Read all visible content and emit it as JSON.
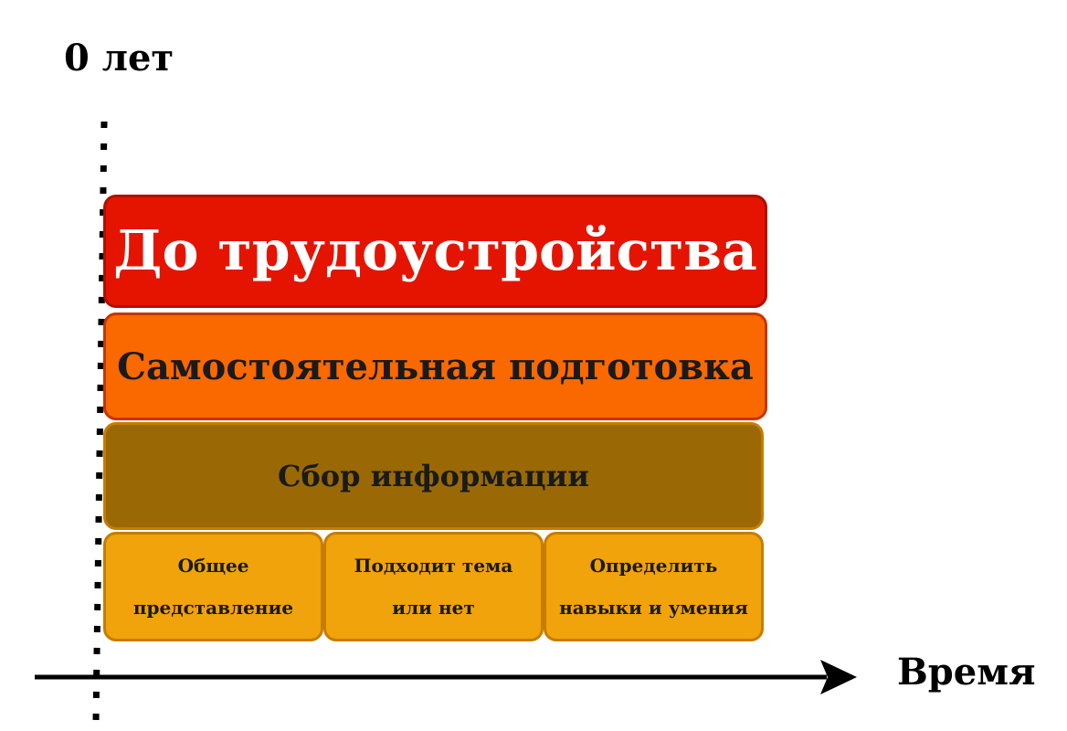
{
  "age_label": "0 лет",
  "time_label": "Время",
  "blocks": {
    "top": "До трудоустройства",
    "preparation": "Самостоятельная подготовка",
    "info": "Сбор информации",
    "sub": [
      "Общее представление",
      "Подходит тема или нет",
      "Определить навыки и умения"
    ]
  },
  "colors": {
    "top": "#e51400",
    "preparation": "#fa6800",
    "info": "#9a6905",
    "sub": "#f0a30a"
  }
}
